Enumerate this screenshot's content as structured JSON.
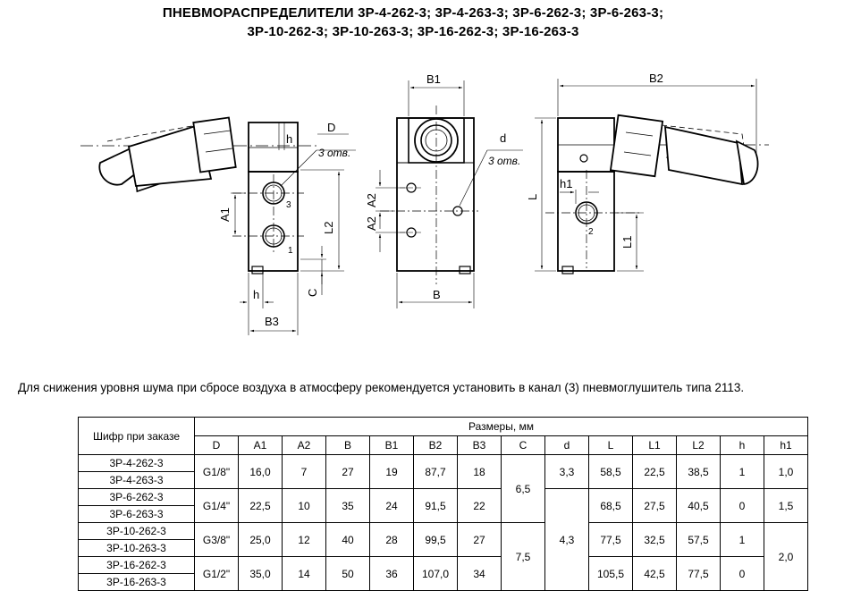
{
  "title": {
    "line1": "ПНЕВМОРАСПРЕДЕЛИТЕЛИ 3Р-4-262-3; 3Р-4-263-3; 3Р-6-262-3; 3Р-6-263-3;",
    "line2": "3Р-10-262-3; 3Р-10-263-3; 3Р-16-262-3; 3Р-16-263-3"
  },
  "drawing": {
    "labels": {
      "D": "D",
      "h": "h",
      "holes_3": "3 отв.",
      "port3": "3",
      "port1": "1",
      "port2": "2",
      "A1": "A1",
      "L2": "L2",
      "C": "C",
      "B3": "B3",
      "B1": "B1",
      "A2": "A2",
      "B": "B",
      "d": "d",
      "B2": "B2",
      "h1": "h1",
      "L": "L",
      "L1": "L1"
    }
  },
  "note": "Для снижения уровня шума при сбросе воздуха в атмосферу рекомендуется установить в канал (3) пневмоглушитель типа 2113.",
  "table": {
    "code_header": "Шифр при заказе",
    "dims_header": "Размеры, мм",
    "columns": [
      "D",
      "A1",
      "A2",
      "B",
      "B1",
      "B2",
      "B3",
      "C",
      "d",
      "L",
      "L1",
      "L2",
      "h",
      "h1"
    ],
    "codes": [
      "3Р-4-262-3",
      "3Р-4-263-3",
      "3Р-6-262-3",
      "3Р-6-263-3",
      "3Р-10-262-3",
      "3Р-10-263-3",
      "3Р-16-262-3",
      "3Р-16-263-3"
    ],
    "groups": [
      {
        "D": "G1/8\"",
        "A1": "16,0",
        "A2": "7",
        "B": "27",
        "B1": "19",
        "B2": "87,7",
        "B3": "18",
        "L": "58,5",
        "L1": "22,5",
        "L2": "38,5",
        "h": "1"
      },
      {
        "D": "G1/4\"",
        "A1": "22,5",
        "A2": "10",
        "B": "35",
        "B1": "24",
        "B2": "91,5",
        "B3": "22",
        "L": "68,5",
        "L1": "27,5",
        "L2": "40,5",
        "h": "0"
      },
      {
        "D": "G3/8\"",
        "A1": "25,0",
        "A2": "12",
        "B": "40",
        "B1": "28",
        "B2": "99,5",
        "B3": "27",
        "L": "77,5",
        "L1": "32,5",
        "L2": "57,5",
        "h": "1"
      },
      {
        "D": "G1/2\"",
        "A1": "35,0",
        "A2": "14",
        "B": "50",
        "B1": "36",
        "B2": "107,0",
        "B3": "34",
        "L": "105,5",
        "L1": "42,5",
        "L2": "77,5",
        "h": "0"
      }
    ],
    "C": [
      "6,5",
      "7,5"
    ],
    "d": [
      "3,3",
      "4,3"
    ],
    "h1": [
      "1,0",
      "1,5",
      "2,0"
    ]
  }
}
